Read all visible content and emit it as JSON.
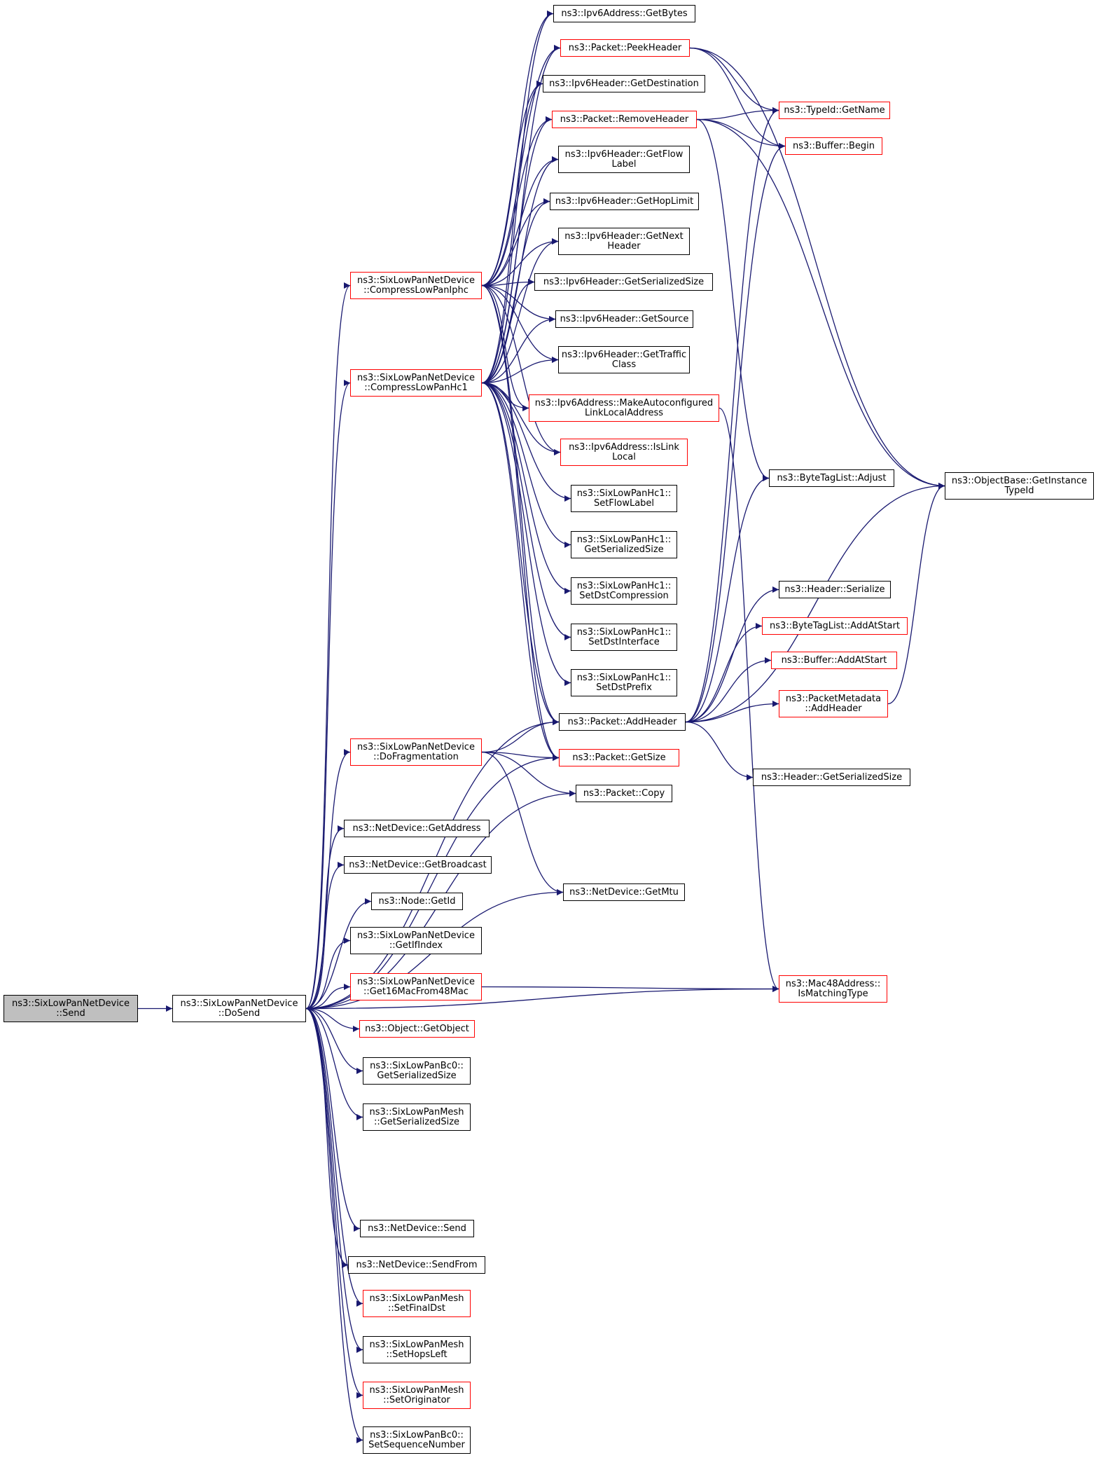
{
  "colors": {
    "edge": "#191970",
    "border_plain": "#000000",
    "border_truncated": "#ff0000",
    "root_fill": "#bfbfbf",
    "background": "#ffffff"
  },
  "nodes": {
    "send": {
      "label": "ns3::SixLowPanNetDevice\n::Send",
      "color": "gray"
    },
    "dosend": {
      "label": "ns3::SixLowPanNetDevice\n::DoSend",
      "color": "black"
    },
    "iphc": {
      "label": "ns3::SixLowPanNetDevice\n::CompressLowPanIphc",
      "color": "red"
    },
    "hc1": {
      "label": "ns3::SixLowPanNetDevice\n::CompressLowPanHc1",
      "color": "red"
    },
    "dofrag": {
      "label": "ns3::SixLowPanNetDevice\n::DoFragmentation",
      "color": "red"
    },
    "getaddr": {
      "label": "ns3::NetDevice::GetAddress",
      "color": "black"
    },
    "getbcast": {
      "label": "ns3::NetDevice::GetBroadcast",
      "color": "black"
    },
    "nodegetid": {
      "label": "ns3::Node::GetId",
      "color": "black"
    },
    "getifindex": {
      "label": "ns3::SixLowPanNetDevice\n::GetIfIndex",
      "color": "black"
    },
    "get16mac": {
      "label": "ns3::SixLowPanNetDevice\n::Get16MacFrom48Mac",
      "color": "red"
    },
    "getobject": {
      "label": "ns3::Object::GetObject",
      "color": "red"
    },
    "bc0size": {
      "label": "ns3::SixLowPanBc0::\nGetSerializedSize",
      "color": "black"
    },
    "meshsize": {
      "label": "ns3::SixLowPanMesh\n::GetSerializedSize",
      "color": "black"
    },
    "ndsend": {
      "label": "ns3::NetDevice::Send",
      "color": "black"
    },
    "ndsendfrom": {
      "label": "ns3::NetDevice::SendFrom",
      "color": "black"
    },
    "setfinaldst": {
      "label": "ns3::SixLowPanMesh\n::SetFinalDst",
      "color": "red"
    },
    "sethopsleft": {
      "label": "ns3::SixLowPanMesh\n::SetHopsLeft",
      "color": "black"
    },
    "setoriginator": {
      "label": "ns3::SixLowPanMesh\n::SetOriginator",
      "color": "red"
    },
    "setseqnum": {
      "label": "ns3::SixLowPanBc0::\nSetSequenceNumber",
      "color": "black"
    },
    "ipv6getbytes": {
      "label": "ns3::Ipv6Address::GetBytes",
      "color": "black"
    },
    "peekheader": {
      "label": "ns3::Packet::PeekHeader",
      "color": "red"
    },
    "getdest": {
      "label": "ns3::Ipv6Header::GetDestination",
      "color": "black"
    },
    "removeheader": {
      "label": "ns3::Packet::RemoveHeader",
      "color": "red"
    },
    "getflowlabel": {
      "label": "ns3::Ipv6Header::GetFlow\nLabel",
      "color": "black"
    },
    "gethoplimit": {
      "label": "ns3::Ipv6Header::GetHopLimit",
      "color": "black"
    },
    "getnextheader": {
      "label": "ns3::Ipv6Header::GetNext\nHeader",
      "color": "black"
    },
    "ipv6sersize": {
      "label": "ns3::Ipv6Header::GetSerializedSize",
      "color": "black"
    },
    "getsource": {
      "label": "ns3::Ipv6Header::GetSource",
      "color": "black"
    },
    "gettraffic": {
      "label": "ns3::Ipv6Header::GetTraffic\nClass",
      "color": "black"
    },
    "makeauto": {
      "label": "ns3::Ipv6Address::MakeAutoconfigured\nLinkLocalAddress",
      "color": "red"
    },
    "islinklocal": {
      "label": "ns3::Ipv6Address::IsLink\nLocal",
      "color": "red"
    },
    "hc1setflow": {
      "label": "ns3::SixLowPanHc1::\nSetFlowLabel",
      "color": "black"
    },
    "hc1sersize": {
      "label": "ns3::SixLowPanHc1::\nGetSerializedSize",
      "color": "black"
    },
    "hc1dstcomp": {
      "label": "ns3::SixLowPanHc1::\nSetDstCompression",
      "color": "black"
    },
    "hc1dstif": {
      "label": "ns3::SixLowPanHc1::\nSetDstInterface",
      "color": "black"
    },
    "hc1dstprefix": {
      "label": "ns3::SixLowPanHc1::\nSetDstPrefix",
      "color": "black"
    },
    "addheader": {
      "label": "ns3::Packet::AddHeader",
      "color": "black"
    },
    "getsize": {
      "label": "ns3::Packet::GetSize",
      "color": "red"
    },
    "copy": {
      "label": "ns3::Packet::Copy",
      "color": "black"
    },
    "getmtu": {
      "label": "ns3::NetDevice::GetMtu",
      "color": "black"
    },
    "typeidname": {
      "label": "ns3::TypeId::GetName",
      "color": "red"
    },
    "bufbegin": {
      "label": "ns3::Buffer::Begin",
      "color": "red"
    },
    "btladjust": {
      "label": "ns3::ByteTagList::Adjust",
      "color": "black"
    },
    "hdrserialize": {
      "label": "ns3::Header::Serialize",
      "color": "black"
    },
    "btladd": {
      "label": "ns3::ByteTagList::AddAtStart",
      "color": "red"
    },
    "bufadd": {
      "label": "ns3::Buffer::AddAtStart",
      "color": "red"
    },
    "pmaddheader": {
      "label": "ns3::PacketMetadata\n::AddHeader",
      "color": "red"
    },
    "hdrsersize": {
      "label": "ns3::Header::GetSerializedSize",
      "color": "black"
    },
    "mac48": {
      "label": "ns3::Mac48Address::\nIsMatchingType",
      "color": "red"
    },
    "instancetypeid": {
      "label": "ns3::ObjectBase::GetInstance\nTypeId",
      "color": "black"
    }
  },
  "edges": [
    [
      "send",
      "dosend"
    ],
    [
      "dosend",
      "iphc"
    ],
    [
      "dosend",
      "hc1"
    ],
    [
      "dosend",
      "dofrag"
    ],
    [
      "dosend",
      "getaddr"
    ],
    [
      "dosend",
      "getbcast"
    ],
    [
      "dosend",
      "nodegetid"
    ],
    [
      "dosend",
      "getifindex"
    ],
    [
      "dosend",
      "get16mac"
    ],
    [
      "dosend",
      "getobject"
    ],
    [
      "dosend",
      "bc0size"
    ],
    [
      "dosend",
      "meshsize"
    ],
    [
      "dosend",
      "ndsend"
    ],
    [
      "dosend",
      "ndsendfrom"
    ],
    [
      "dosend",
      "setfinaldst"
    ],
    [
      "dosend",
      "sethopsleft"
    ],
    [
      "dosend",
      "setoriginator"
    ],
    [
      "dosend",
      "setseqnum"
    ],
    [
      "dosend",
      "addheader"
    ],
    [
      "dosend",
      "getsize"
    ],
    [
      "dosend",
      "copy"
    ],
    [
      "dosend",
      "getmtu"
    ],
    [
      "dosend",
      "mac48"
    ],
    [
      "iphc",
      "ipv6getbytes"
    ],
    [
      "iphc",
      "peekheader"
    ],
    [
      "iphc",
      "getdest"
    ],
    [
      "iphc",
      "removeheader"
    ],
    [
      "iphc",
      "getflowlabel"
    ],
    [
      "iphc",
      "gethoplimit"
    ],
    [
      "iphc",
      "getnextheader"
    ],
    [
      "iphc",
      "ipv6sersize"
    ],
    [
      "iphc",
      "getsource"
    ],
    [
      "iphc",
      "gettraffic"
    ],
    [
      "iphc",
      "makeauto"
    ],
    [
      "iphc",
      "islinklocal"
    ],
    [
      "iphc",
      "addheader"
    ],
    [
      "iphc",
      "getsize"
    ],
    [
      "hc1",
      "ipv6getbytes"
    ],
    [
      "hc1",
      "peekheader"
    ],
    [
      "hc1",
      "getdest"
    ],
    [
      "hc1",
      "removeheader"
    ],
    [
      "hc1",
      "getflowlabel"
    ],
    [
      "hc1",
      "gethoplimit"
    ],
    [
      "hc1",
      "getnextheader"
    ],
    [
      "hc1",
      "ipv6sersize"
    ],
    [
      "hc1",
      "getsource"
    ],
    [
      "hc1",
      "gettraffic"
    ],
    [
      "hc1",
      "makeauto"
    ],
    [
      "hc1",
      "islinklocal"
    ],
    [
      "hc1",
      "hc1setflow"
    ],
    [
      "hc1",
      "hc1sersize"
    ],
    [
      "hc1",
      "hc1dstcomp"
    ],
    [
      "hc1",
      "hc1dstif"
    ],
    [
      "hc1",
      "hc1dstprefix"
    ],
    [
      "hc1",
      "addheader"
    ],
    [
      "hc1",
      "getsize"
    ],
    [
      "dofrag",
      "addheader"
    ],
    [
      "dofrag",
      "getsize"
    ],
    [
      "dofrag",
      "copy"
    ],
    [
      "dofrag",
      "getmtu"
    ],
    [
      "get16mac",
      "mac48"
    ],
    [
      "peekheader",
      "typeidname"
    ],
    [
      "peekheader",
      "bufbegin"
    ],
    [
      "peekheader",
      "instancetypeid"
    ],
    [
      "removeheader",
      "typeidname"
    ],
    [
      "removeheader",
      "bufbegin"
    ],
    [
      "removeheader",
      "btladjust"
    ],
    [
      "removeheader",
      "instancetypeid"
    ],
    [
      "makeauto",
      "mac48"
    ],
    [
      "addheader",
      "typeidname"
    ],
    [
      "addheader",
      "bufbegin"
    ],
    [
      "addheader",
      "btladjust"
    ],
    [
      "addheader",
      "hdrserialize"
    ],
    [
      "addheader",
      "btladd"
    ],
    [
      "addheader",
      "bufadd"
    ],
    [
      "addheader",
      "pmaddheader"
    ],
    [
      "addheader",
      "hdrsersize"
    ],
    [
      "addheader",
      "instancetypeid"
    ],
    [
      "pmaddheader",
      "instancetypeid"
    ]
  ]
}
